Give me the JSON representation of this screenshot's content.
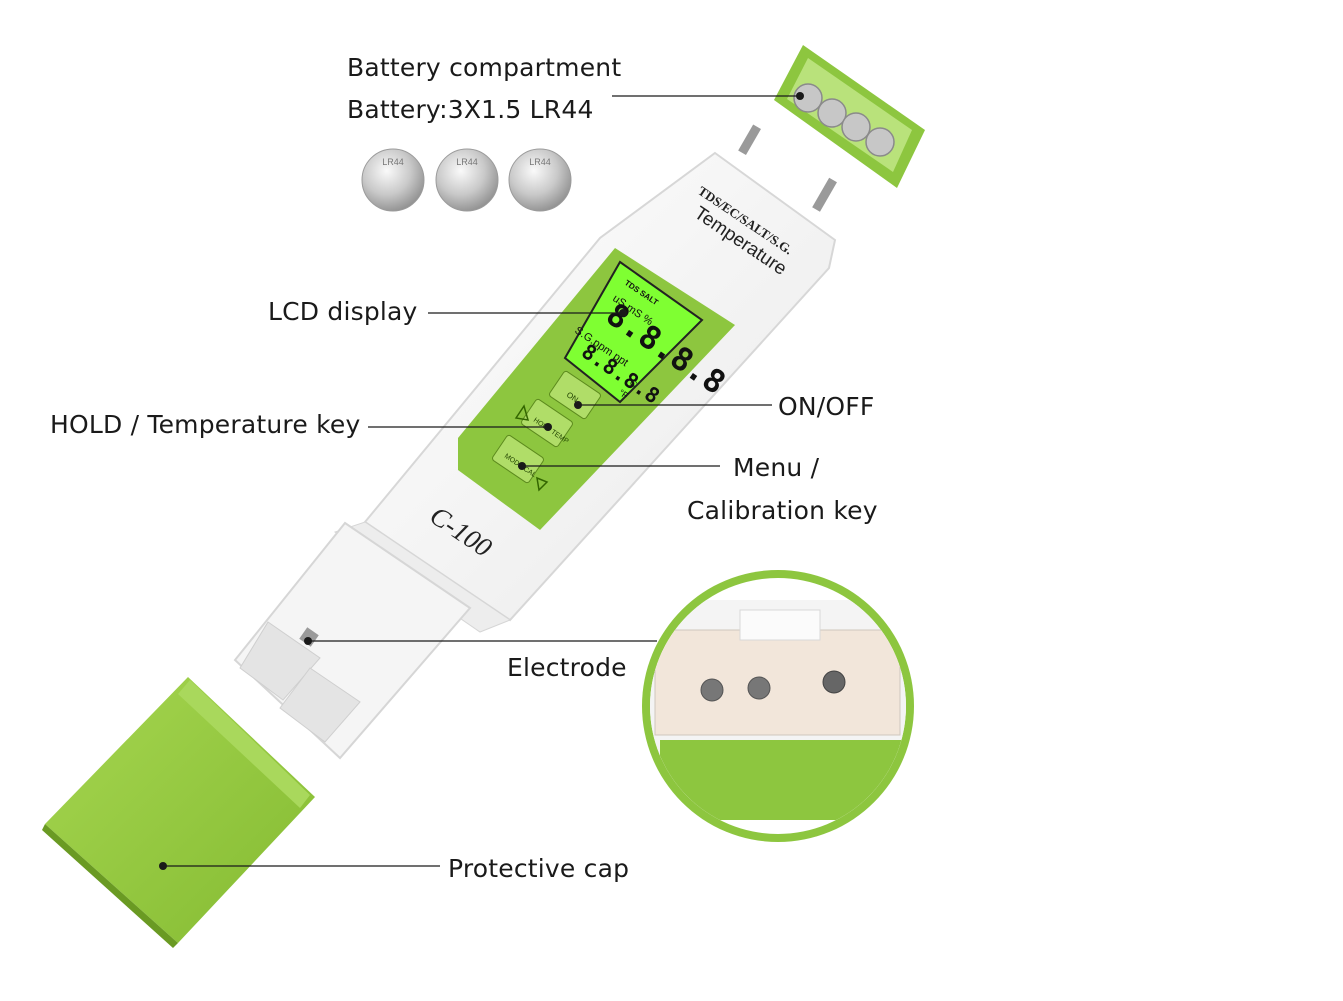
{
  "labels": {
    "battery_compartment": "Battery compartment",
    "battery_spec": "Battery:3X1.5 LR44",
    "lcd_display": "LCD display",
    "hold_temperature_key": "HOLD / Temperature key",
    "on_off": "ON/OFF",
    "menu": "Menu /",
    "calibration_key": "Calibration key",
    "electrode": "Electrode",
    "protective_cap": "Protective cap"
  },
  "device": {
    "model": "C-100",
    "modes": "TDS/EC/SALT/S.G.",
    "temperature": "Temperature",
    "lcd_main_value": "8.8.8.8",
    "lcd_sub_value": "8.8.8.8",
    "lcd_top_indicator": "TDS SALT",
    "lcd_units_top": "uS  mS  %",
    "lcd_units_mid": "S.G.ppm ppt",
    "lcd_temp_c": "°C",
    "lcd_temp_f": "°F",
    "btn_on": "ON",
    "btn_hold": "HOLD TEMP",
    "btn_mode": "MODE CAL",
    "battery_cell_text": "LR44"
  },
  "colors": {
    "accent_green": "#8dc63f",
    "lcd_green": "#7fff32",
    "body_white": "#f7f7f7",
    "leader_line": "#1a1a1a"
  }
}
